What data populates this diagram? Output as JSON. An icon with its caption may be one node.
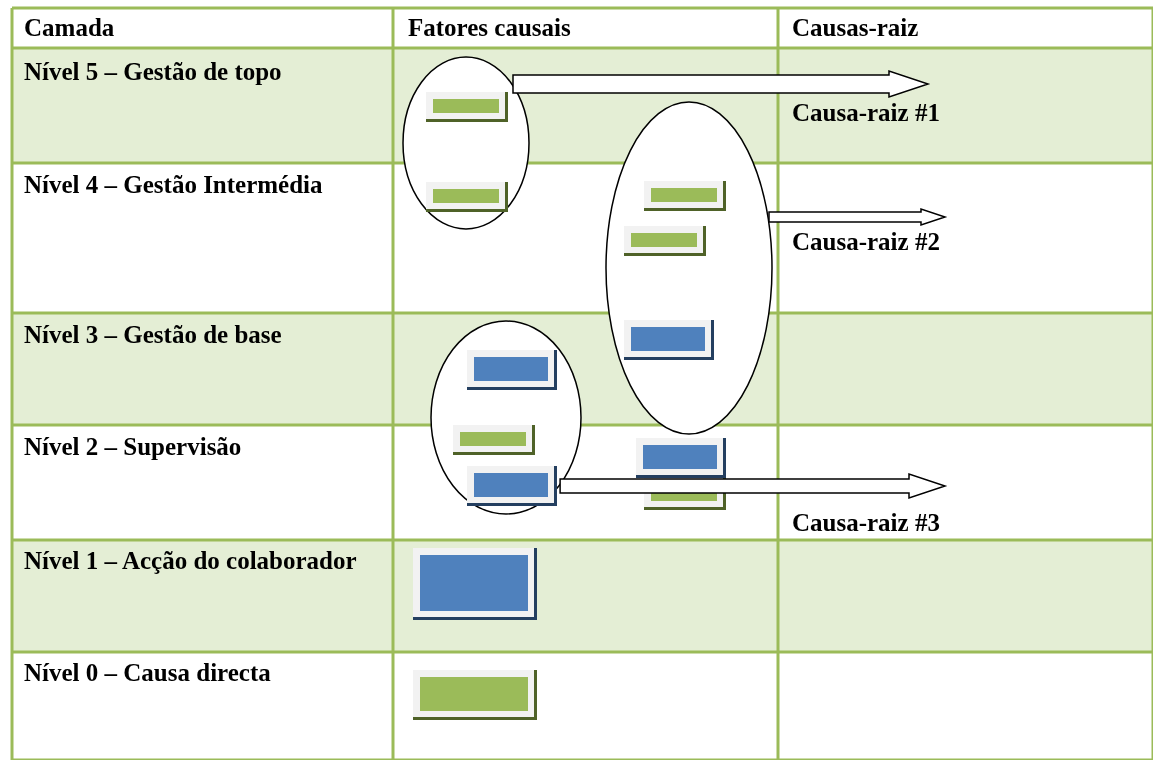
{
  "diagram": {
    "nodes": [
      {
        "text": [],
        "shape": "ellipse"
      },
      {
        "text": [],
        "shape": "bar",
        "in": 0
      },
      {
        "text": [],
        "shape": "bar",
        "in": 0
      },
      {
        "text": [],
        "shape": "ellipse"
      },
      {
        "text": [],
        "shape": "bar",
        "in": 3
      },
      {
        "text": [],
        "shape": "bar",
        "in": 3
      },
      {
        "text": [],
        "shape": "bar",
        "in": 3
      },
      {
        "text": [],
        "shape": "ellipse"
      },
      {
        "text": [],
        "shape": "bar",
        "in": 7
      },
      {
        "text": [],
        "shape": "bar",
        "in": 7
      },
      {
        "text": [],
        "shape": "bar",
        "in": 7
      },
      {
        "text": [],
        "shape": "bar"
      },
      {
        "text": [],
        "shape": "bar"
      },
      {
        "text": [],
        "shape": "bar"
      },
      {
        "text": [],
        "shape": "bar"
      },
      {
        "text": [
          "Causa-raiz #1"
        ]
      },
      {
        "text": [
          "Causa-raiz #2"
        ]
      },
      {
        "text": [
          "Causa-raiz #3"
        ]
      }
    ],
    "edges": [
      {
        "from": 0,
        "to": 15,
        "arrow": "to"
      },
      {
        "from": 3,
        "to": 16,
        "arrow": "to"
      },
      {
        "from": 7,
        "to": 17,
        "arrow": "to"
      }
    ],
    "labels": [
      "Camada",
      "Fatores causais",
      "Causas-raiz",
      "Nível 5 – Gestão de topo",
      "Nível 4 – Gestão Intermédia",
      "Nível 3 – Gestão de base",
      "Nível 2 – Supervisão",
      "Nível 1 – Acção do colaborador",
      "Nível 0 – Causa directa"
    ]
  }
}
